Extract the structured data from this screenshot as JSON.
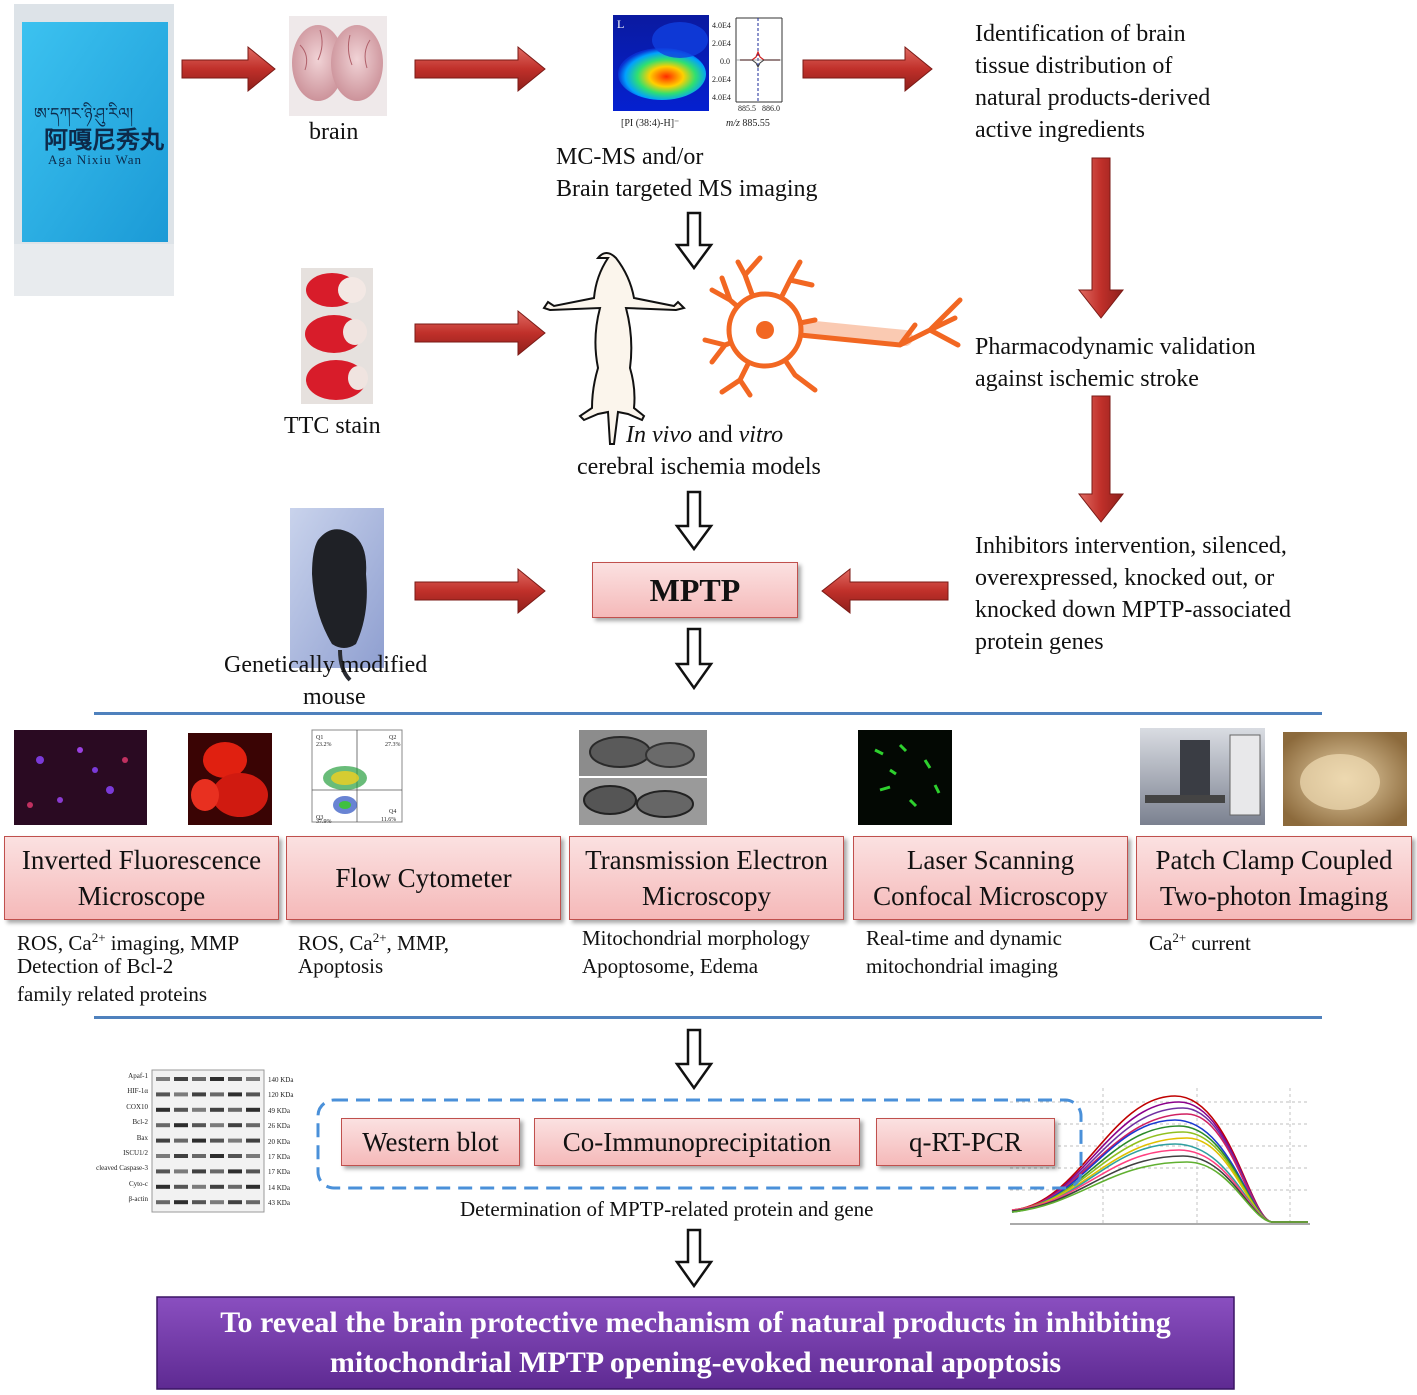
{
  "package": {
    "tibetan": "ཨ་དཀར་ཉི་ཤུ་རིལ།",
    "chinese": "阿嘎尼秀丸",
    "latin": "Aga Nixiu Wan"
  },
  "row1": {
    "brain_label": "brain",
    "ms_plot": {
      "y_ticks": [
        "4.0E4",
        "2.0E4",
        "0.0",
        "2.0E4",
        "4.0E4"
      ],
      "x_ticks": [
        "885.5",
        "886.0"
      ],
      "panel_letter": "L",
      "caption_left": "[PI (38:4)-H]⁻",
      "caption_right_italic": "m/z",
      "caption_right": " 885.55"
    },
    "ms_label_line1": "MC-MS and/or",
    "ms_label_line2": "Brain targeted MS imaging",
    "identification": [
      "Identification of brain",
      "tissue distribution of",
      "natural products-derived",
      "active ingredients"
    ]
  },
  "row2": {
    "ttc_label": "TTC stain",
    "models_italic1": "In vivo",
    "models_and": " and ",
    "models_italic2": "vitro",
    "models_line2": "cerebral ischemia models",
    "pharmacodynamic": [
      "Pharmacodynamic validation",
      "against ischemic stroke"
    ]
  },
  "row3": {
    "mouse_label": [
      "Genetically modified",
      "mouse"
    ],
    "mptp": "MPTP",
    "inhibitors": [
      "Inhibitors intervention, silenced,",
      "overexpressed, knocked out, or",
      "knocked down MPTP-associated",
      "protein genes"
    ]
  },
  "methods": [
    {
      "title": [
        "Inverted Fluorescence",
        "Microscope"
      ],
      "desc": [
        "ROS, Ca2+ imaging, MMP",
        "Detection of Bcl-2",
        "family related proteins"
      ]
    },
    {
      "title": [
        "Flow Cytometer"
      ],
      "desc": [
        "ROS, Ca2+, MMP,",
        "Apoptosis"
      ]
    },
    {
      "title": [
        "Transmission Electron",
        "Microscopy"
      ],
      "desc": [
        "Mitochondrial morphology",
        "Apoptosome, Edema"
      ]
    },
    {
      "title": [
        "Laser Scanning",
        "Confocal Microscopy"
      ],
      "desc": [
        "Real-time and dynamic",
        "mitochondrial imaging"
      ]
    },
    {
      "title": [
        "Patch Clamp Coupled",
        "Two-photon Imaging"
      ],
      "desc": [
        "Ca2+ current"
      ]
    }
  ],
  "flow_labels": [
    "Q1",
    "Q2",
    "Q3",
    "Q4",
    "23.2%",
    "27.3%",
    "11.6%",
    "37.9%"
  ],
  "western": {
    "proteins": [
      "Apaf-1",
      "HIF-1α",
      "COX10",
      "Bcl-2",
      "Bax",
      "ISCU1/2",
      "cleaved Caspase-3",
      "Cyto-c",
      "β-actin"
    ],
    "sizes": [
      "140 KDa",
      "120 KDa",
      "49 KDa",
      "26 KDa",
      "20 KDa",
      "17 KDa",
      "17 KDa",
      "14 KDa",
      "43 KDa"
    ]
  },
  "assays": [
    "Western blot",
    "Co-Immunoprecipitation",
    "q-RT-PCR"
  ],
  "assay_caption": "Determination of MPTP-related protein and gene",
  "conclusion": [
    "To reveal the brain protective mechanism of natural products in inhibiting",
    "mitochondrial MPTP opening-evoked neuronal apoptosis"
  ],
  "colors": {
    "arrow_red": "#c0302a",
    "box_pink": "#f5b9b9",
    "box_border": "#c0504d",
    "divider_blue": "#4f81bd",
    "conclusion_purple": "#7030a0",
    "dashed_blue": "#4a90d9"
  }
}
